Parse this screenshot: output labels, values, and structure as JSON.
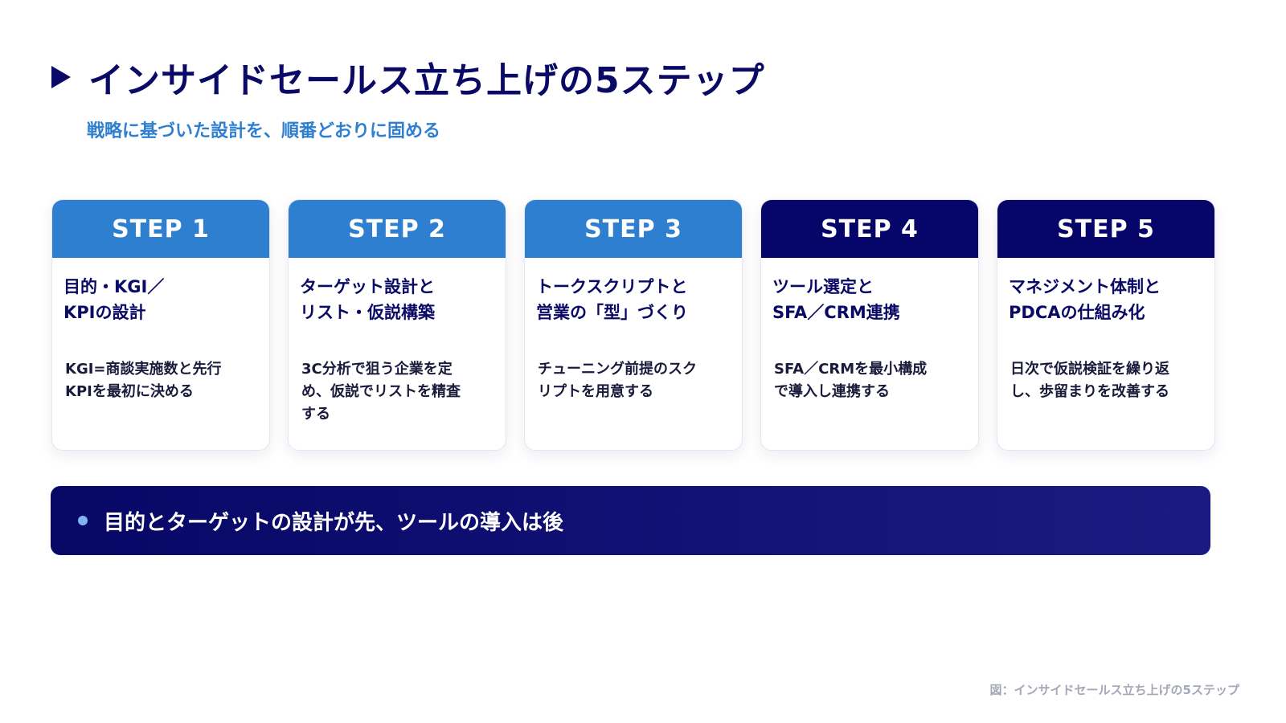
{
  "title": "インサイドセールス立ち上げの5ステップ",
  "subtitle": "戦略に基づいた設計を、順番どおりに固める",
  "steps": [
    {
      "label": "STEP 1",
      "title": "目的・KGI／\nKPIの設計",
      "desc": "KGI=商談実施数と先行\nKPIを最初に決める",
      "header_color": "#2f7fd0"
    },
    {
      "label": "STEP 2",
      "title": "ターゲット設計と\nリスト・仮説構築",
      "desc": "3C分析で狙う企業を定\nめ、仮説でリストを精査\nする",
      "header_color": "#2f7fd0"
    },
    {
      "label": "STEP 3",
      "title": "トークスクリプトと\n営業の「型」づくり",
      "desc": "チューニング前提のスク\nリプトを用意する",
      "header_color": "#2f7fd0"
    },
    {
      "label": "STEP 4",
      "title": "ツール選定と\nSFA／CRM連携",
      "desc": "SFA／CRMを最小構成\nで導入し連携する",
      "header_color": "#06066a"
    },
    {
      "label": "STEP 5",
      "title": "マネジメント体制と\nPDCAの仕組み化",
      "desc": "日次で仮説検証を繰り返\nし、歩留まりを改善する",
      "header_color": "#06066a"
    }
  ],
  "banner": {
    "text": "目的とターゲットの設計が先、ツールの導入は後"
  },
  "caption": "図：インサイドセールス立ち上げの5ステップ",
  "colors": {
    "accent_light": "#2f7fd0",
    "accent_dark": "#06066a",
    "title": "#0a0a66"
  }
}
